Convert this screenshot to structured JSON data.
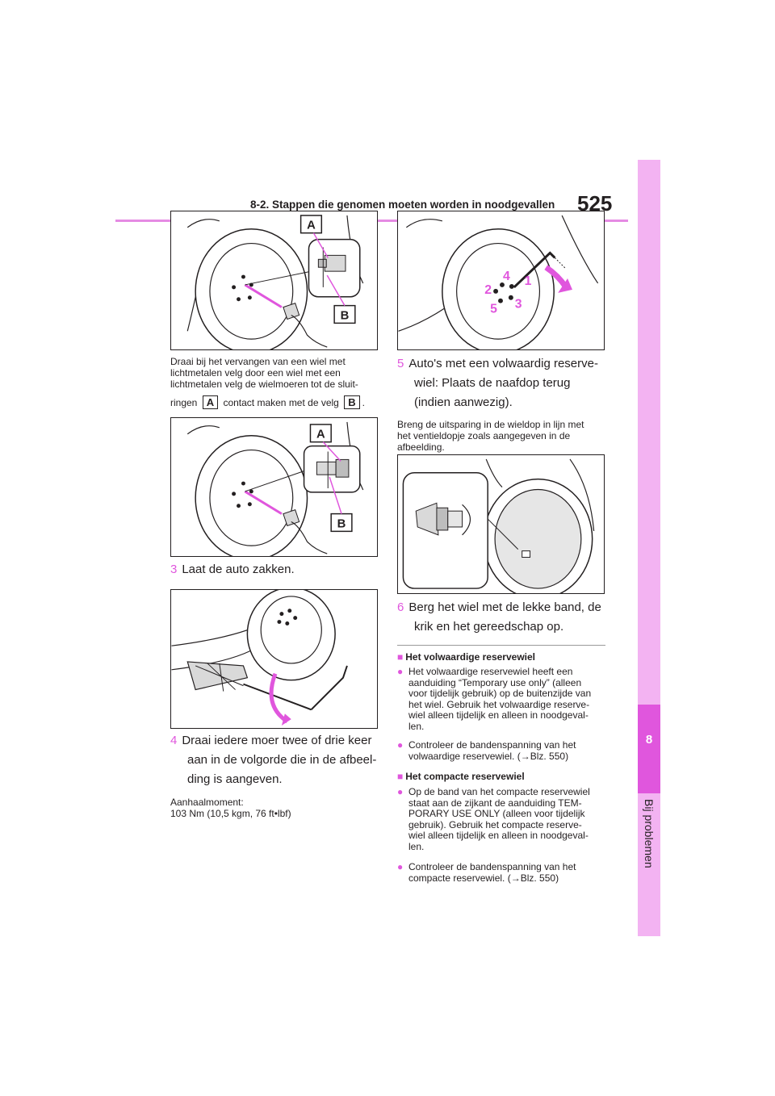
{
  "header": {
    "section_title": "8-2. Stappen die genomen moeten worden in noodgevallen",
    "page_number": "525"
  },
  "side_tab": {
    "number": "8",
    "label": "Bij problemen"
  },
  "labels": {
    "a": "A",
    "b": "B"
  },
  "figure_numbers": {
    "n1": "1",
    "n2": "2",
    "n3": "3",
    "n4": "4",
    "n5": "5"
  },
  "left": {
    "caption1_line1": "Draai bij het vervangen van een wiel met",
    "caption1_line2": "lichtmetalen velg door een wiel met een",
    "caption1_line3": "lichtmetalen velg de wielmoeren tot de sluit-",
    "caption1_line4_a": "ringen",
    "caption1_line4_b": "contact maken met de velg",
    "caption1_line4_end": ".",
    "step3_num": "3",
    "step3_text": "Laat de auto zakken.",
    "step4_num": "4",
    "step4_line1": "Draai iedere moer twee of drie keer",
    "step4_line2": "aan in de volgorde die in de afbeel-",
    "step4_line3": "ding is aangeven.",
    "torque_label": "Aanhaalmoment:",
    "torque_value": "103 Nm (10,5 kgm, 76 ft•lbf)"
  },
  "right": {
    "step5_num": "5",
    "step5_line1": "Auto's met een volwaardig reserve-",
    "step5_line2": "wiel: Plaats de naafdop terug",
    "step5_line3": "(indien aanwezig).",
    "step5_note_line1": "Breng de uitsparing in de wieldop in lijn met",
    "step5_note_line2": "het ventieldopje zoals aangegeven in de",
    "step5_note_line3": "afbeelding.",
    "step6_num": "6",
    "step6_line1": "Berg het wiel met de lekke band, de",
    "step6_line2": "krik en het gereedschap op.",
    "sec1_heading": "Het volwaardige reservewiel",
    "sec1_b1_l1": "Het volwaardige reservewiel heeft een",
    "sec1_b1_l2": "aanduiding “Temporary use only” (alleen",
    "sec1_b1_l3": "voor tijdelijk gebruik) op de buitenzijde van",
    "sec1_b1_l4": "het wiel. Gebruik het volwaardige reserve-",
    "sec1_b1_l5": "wiel alleen tijdelijk en alleen in noodgeval-",
    "sec1_b1_l6": "len.",
    "sec1_b2_l1": "Controleer de bandenspanning van het",
    "sec1_b2_l2": "volwaardige reservewiel. (→Blz. 550)",
    "sec2_heading": "Het compacte reservewiel",
    "sec2_b1_l1": "Op de band van het compacte reservewiel",
    "sec2_b1_l2": "staat aan de zijkant de aanduiding TEM-",
    "sec2_b1_l3": "PORARY USE ONLY (alleen voor tijdelijk",
    "sec2_b1_l4": "gebruik). Gebruik het compacte reserve-",
    "sec2_b1_l5": "wiel alleen tijdelijk en alleen in noodgeval-",
    "sec2_b1_l6": "len.",
    "sec2_b2_l1": "Controleer de bandenspanning van het",
    "sec2_b2_l2": "compacte reservewiel. (→Blz. 550)"
  }
}
